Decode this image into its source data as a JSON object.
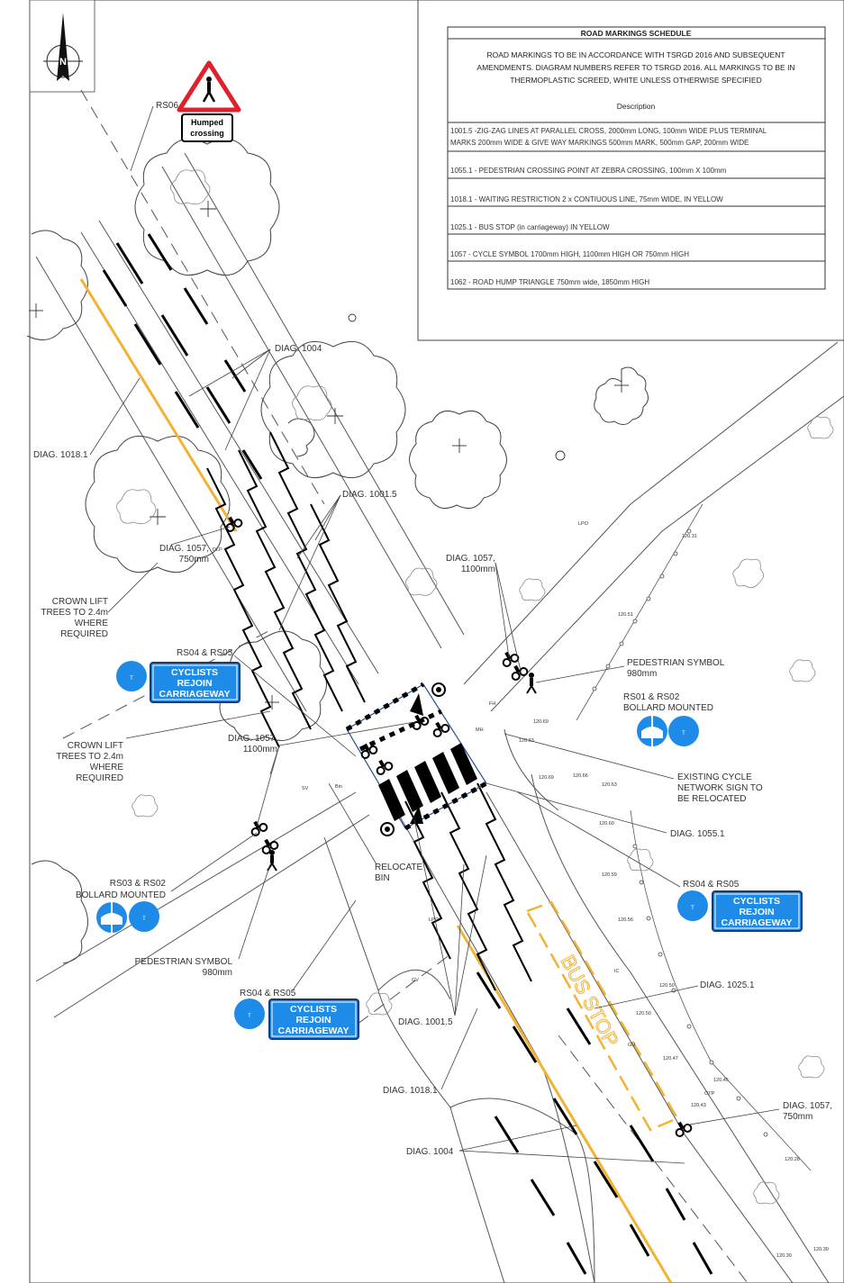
{
  "north_arrow": {
    "label": "N"
  },
  "schedule": {
    "title": "ROAD MARKINGS SCHEDULE",
    "note_lines": [
      "ROAD MARKINGS TO BE IN ACCORDANCE WITH TSRGD 2016 AND SUBSEQUENT",
      "AMENDMENTS. DIAGRAM NUMBERS REFER TO TSRGD 2016. ALL MARKINGS TO BE IN",
      "THERMOPLASTIC SCREED, WHITE UNLESS OTHERWISE SPECIFIED"
    ],
    "column_header": "Description",
    "rows": [
      {
        "line1": "1001.5 -ZIG-ZAG LINES AT PARALLEL CROSS, 2000mm LONG, 100mm WIDE PLUS TERMINAL",
        "line2": "MARKS 200mm WIDE & GIVE WAY MARKINGS 500mm MARK, 500mm GAP, 200mm WIDE"
      },
      {
        "line1": "1055.1 - PEDESTRIAN CROSSING POINT AT ZEBRA CROSSING, 100mm X 100mm",
        "line2": ""
      },
      {
        "line1": "1018.1 - WAITING RESTRICTION 2 x CONTIUOUS LINE, 75mm WIDE, IN YELLOW",
        "line2": ""
      },
      {
        "line1": "1025.1 - BUS STOP (in carriageway) IN YELLOW",
        "line2": ""
      },
      {
        "line1": "1057 - CYCLE SYMBOL 1700mm HIGH, 1100mm HIGH OR 750mm HIGH",
        "line2": ""
      },
      {
        "line1": "1062 - ROAD HUMP TRIANGLE 750mm wide, 1850mm HIGH",
        "line2": ""
      }
    ]
  },
  "signs": {
    "humped_crossing": {
      "line1": "Humped",
      "line2": "crossing"
    },
    "cyclists_rejoin": {
      "line1": "CYCLISTS",
      "line2": "REJOIN",
      "line3": "CARRIAGEWAY"
    },
    "bus_stop_text": "BUS STOP"
  },
  "labels": {
    "rs06": "RS06",
    "diag_1004_top": "DIAG. 1004",
    "diag_1018_left": "DIAG. 1018.1",
    "diag_1001_top": "DIAG. 1001.5",
    "diag_1057_left_a": "DIAG. 1057,",
    "diag_1057_left_b": "750mm",
    "crown1_a": "CROWN LIFT",
    "crown1_b": "TREES TO 2.4m",
    "crown1_c": "WHERE",
    "crown1_d": "REQUIRED",
    "rs04_rs05_a": "RS04 & RS05",
    "crown2_a": "CROWN LIFT",
    "crown2_b": "TREES TO 2.4m",
    "crown2_c": "WHERE",
    "crown2_d": "REQUIRED",
    "diag_1057_mid_a": "DIAG. 1057,",
    "diag_1057_mid_b": "1100mm",
    "diag_1057_right_a": "DIAG. 1057,",
    "diag_1057_right_b": "1100mm",
    "ped_symbol_right_a": "PEDESTRIAN SYMBOL",
    "ped_symbol_right_b": "980mm",
    "rs01_a": "RS01 & RS02",
    "rs01_b": "BOLLARD MOUNTED",
    "existing_cycle_a": "EXISTING CYCLE",
    "existing_cycle_b": "NETWORK SIGN TO",
    "existing_cycle_c": "BE RELOCATED",
    "diag_1055": "DIAG. 1055.1",
    "rs04_rs05_b": "RS04 & RS05",
    "relocate_a": "RELOCATE",
    "relocate_b": "BIN",
    "rs03_a": "RS03 & RS02",
    "rs03_b": "BOLLARD MOUNTED",
    "ped_symbol_left_a": "PEDESTRIAN SYMBOL",
    "ped_symbol_left_b": "980mm",
    "rs04_rs05_c": "RS04 & RS05",
    "diag_1025": "DIAG. 1025.1",
    "diag_1001_bottom": "DIAG. 1001.5",
    "diag_1018_bottom": "DIAG. 1018.1",
    "diag_1057_bottom_a": "DIAG. 1057,",
    "diag_1057_bottom_b": "750mm",
    "diag_1004_bottom": "DIAG. 1004"
  },
  "levels": [
    "120.31",
    "120.51",
    "120.69",
    "120.63",
    "120.69",
    "120.66",
    "120.63",
    "120.60",
    "120.59",
    "120.56",
    "120.50",
    "120.50",
    "120.47",
    "120.45",
    "120.43",
    "120.28",
    "120.30",
    "120.30"
  ],
  "small_tags": {
    "lpo_top": "LPO",
    "lpo_bottom": "LPO",
    "mh": "MH",
    "bin": "Bin",
    "gv": "GV",
    "fh": "FH",
    "ic": "IC",
    "gu": "GU",
    "otp": "OTP",
    "dlp": "DLP",
    "sv": "SV"
  },
  "colors": {
    "yellow_line": "#f2b233",
    "sign_blue": "#1e8be8",
    "hump_red": "#e0202a",
    "marking": "#000000",
    "linework": "#777777"
  }
}
